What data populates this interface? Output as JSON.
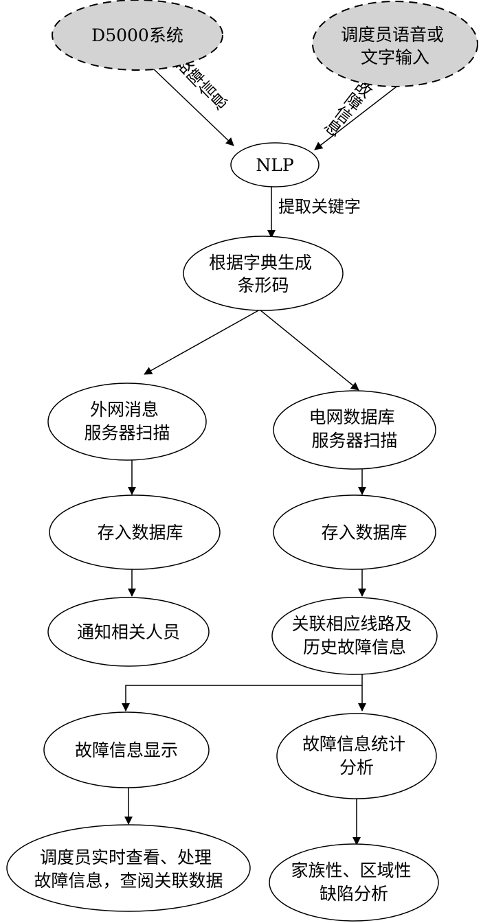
{
  "nodes": {
    "d5000": {
      "lines": [
        "D5000系统"
      ]
    },
    "dispatcher_input": {
      "lines": [
        "调度员语音或",
        "文字输入"
      ]
    },
    "nlp": {
      "lines": [
        "NLP"
      ]
    },
    "barcode": {
      "lines": [
        "根据字典生成",
        "条形码"
      ]
    },
    "external_scan": {
      "lines": [
        "外网消息",
        "服务器扫描"
      ]
    },
    "grid_scan": {
      "lines": [
        "电网数据库",
        "服务器扫描"
      ]
    },
    "store_left": {
      "lines": [
        "存入数据库"
      ]
    },
    "store_right": {
      "lines": [
        "存入数据库"
      ]
    },
    "notify": {
      "lines": [
        "通知相关人员"
      ]
    },
    "associate": {
      "lines": [
        "关联相应线路及",
        "历史故障信息"
      ]
    },
    "display": {
      "lines": [
        "故障信息显示"
      ]
    },
    "statistics": {
      "lines": [
        "故障信息统计",
        "分析"
      ]
    },
    "dispatcher_view": {
      "lines": [
        "调度员实时查看、处理",
        "故障信息，查阅关联数据"
      ]
    },
    "defect_analysis": {
      "lines": [
        "家族性、区域性",
        "缺陷分析"
      ]
    }
  },
  "edges": {
    "fault_info_left": "故障信息",
    "fault_info_right": "故障信息",
    "extract_keywords": "提取关键字"
  },
  "colors": {
    "source_fill": "#d3d3d3",
    "stroke": "#000000",
    "background": "#ffffff"
  }
}
